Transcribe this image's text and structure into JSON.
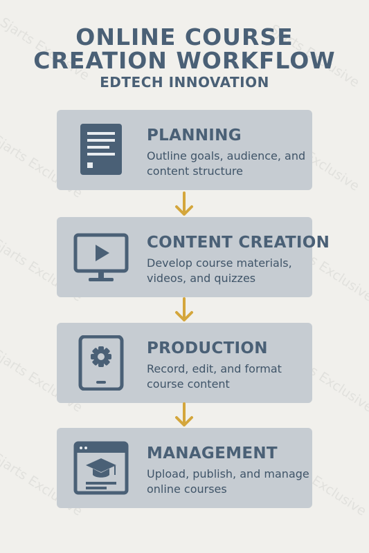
{
  "header": {
    "title_line1": "ONLINE COURSE",
    "title_line2": "CREATION WORKFLOW",
    "subtitle": "EDTECH INNOVATION"
  },
  "steps": [
    {
      "title": "PLANNING",
      "description": "Outline goals, audience, and content structure",
      "icon": "document-icon"
    },
    {
      "title": "CONTENT CREATION",
      "description": "Develop course materials, videos, and quizzes",
      "icon": "video-monitor-icon"
    },
    {
      "title": "PRODUCTION",
      "description": "Record, edit, and format course content",
      "icon": "tablet-gear-icon"
    },
    {
      "title": "MANAGEMENT",
      "description": "Upload, publish, and manage online courses",
      "icon": "browser-graduation-cap-icon"
    }
  ],
  "watermark": "Sjarts Exclusive",
  "colors": {
    "background": "#f1f0ec",
    "card": "#c6ccd2",
    "text": "#4a6076",
    "icon": "#4a6076",
    "arrow": "#d4a63c"
  }
}
